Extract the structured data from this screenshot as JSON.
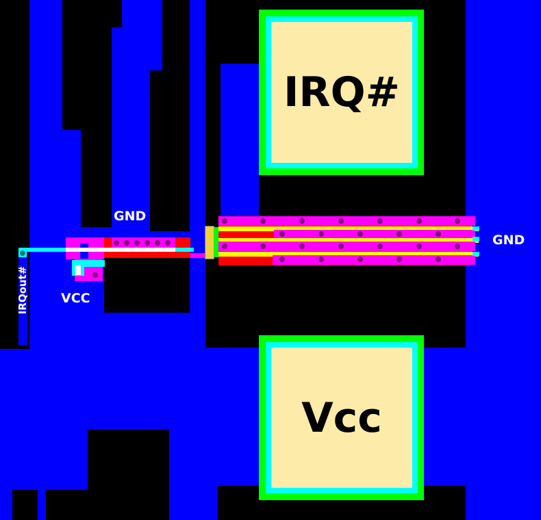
{
  "labels": {
    "gnd_left": "GND",
    "vcc_left": "VCC",
    "gnd_right": "GND",
    "irqout": "IRQout#",
    "pad_top": "IRQ#",
    "pad_bottom": "Vcc"
  },
  "colors": {
    "metal": "#0000ff",
    "poly": "#ff0000",
    "diffusion": "#ff00ff",
    "pad_fill": "#fdeba9",
    "pad_ring": "#00ff00",
    "via": "#00ffff",
    "contact": "#800080"
  }
}
